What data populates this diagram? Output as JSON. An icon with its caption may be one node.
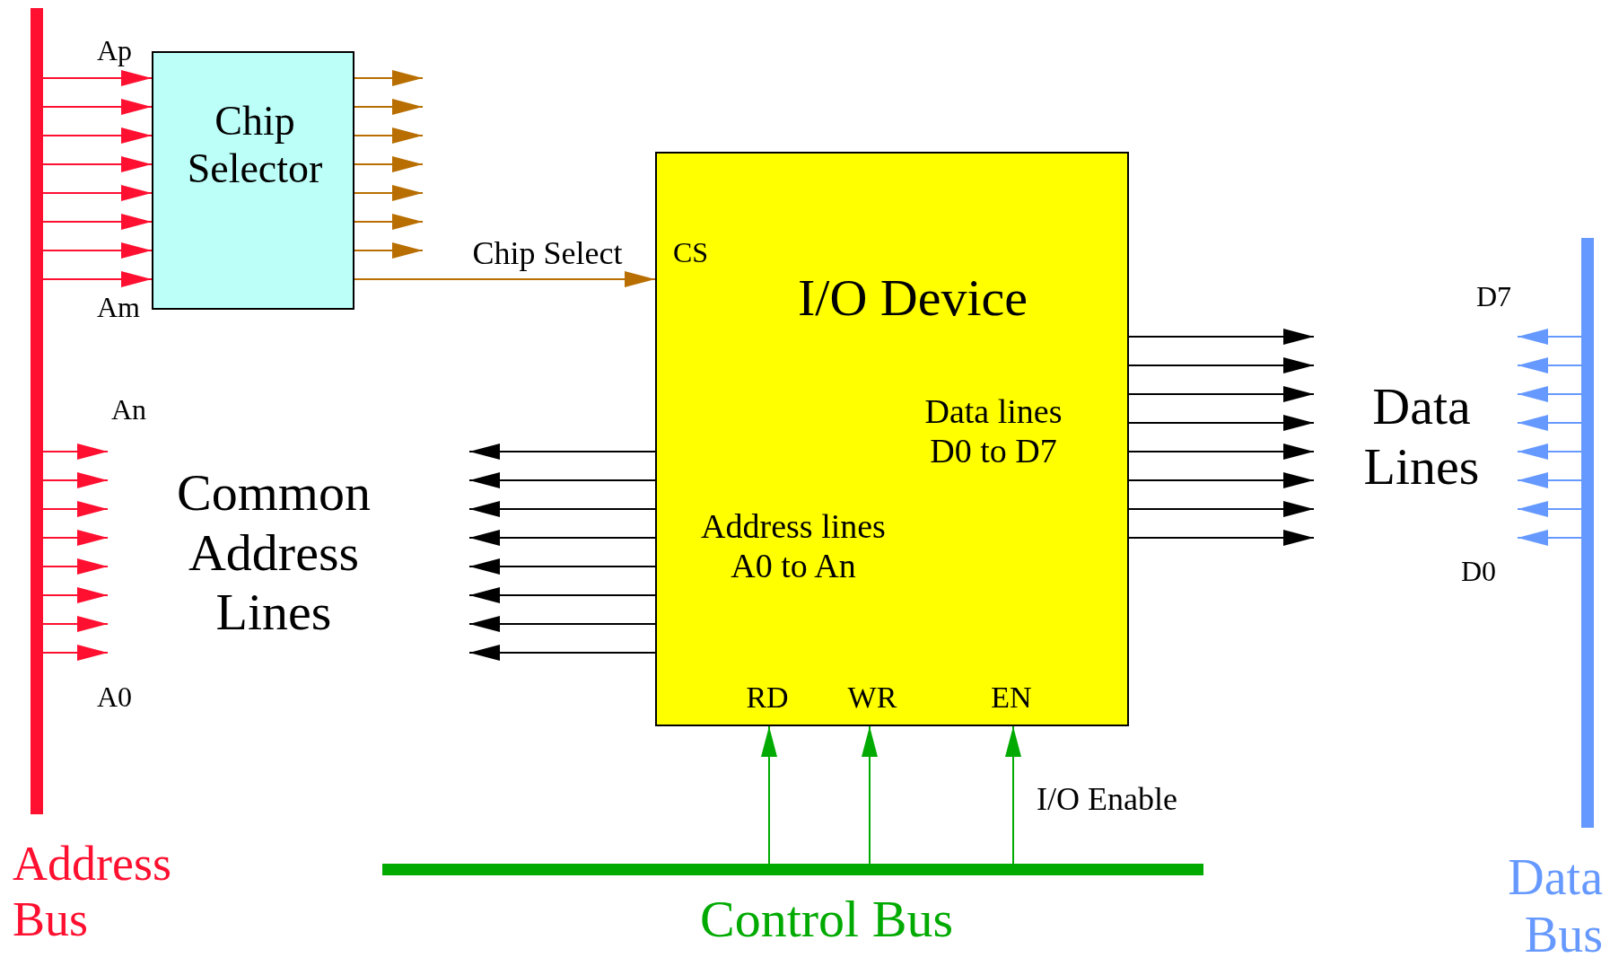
{
  "diagram": {
    "nodes": [
      {
        "text": [
          "Address Bus"
        ]
      },
      {
        "text": [
          "Chip Selector"
        ]
      },
      {
        "text": [
          "I/O Device",
          "CS",
          "Data lines D0 to D7",
          "Address lines A0 to An",
          "RD",
          "WR",
          "EN"
        ]
      },
      {
        "text": [
          "Data Bus"
        ]
      },
      {
        "text": [
          "Control Bus"
        ]
      }
    ],
    "edges": [
      {
        "from": 0,
        "to": 1,
        "arrow": "to",
        "color": "#ff1030"
      },
      {
        "from": 0,
        "to": 1,
        "arrow": "to",
        "color": "#ff1030"
      },
      {
        "from": 0,
        "to": 1,
        "arrow": "to",
        "color": "#ff1030"
      },
      {
        "from": 0,
        "to": 1,
        "arrow": "to",
        "color": "#ff1030"
      },
      {
        "from": 0,
        "to": 1,
        "arrow": "to",
        "color": "#ff1030"
      },
      {
        "from": 0,
        "to": 1,
        "arrow": "to",
        "color": "#ff1030"
      },
      {
        "from": 0,
        "to": 1,
        "arrow": "to",
        "color": "#ff1030"
      },
      {
        "from": 0,
        "to": 1,
        "arrow": "to",
        "color": "#ff1030"
      },
      {
        "from": 1,
        "to": null,
        "arrow": "to",
        "color": "#b86e00"
      },
      {
        "from": 1,
        "to": null,
        "arrow": "to",
        "color": "#b86e00"
      },
      {
        "from": 1,
        "to": null,
        "arrow": "to",
        "color": "#b86e00"
      },
      {
        "from": 1,
        "to": null,
        "arrow": "to",
        "color": "#b86e00"
      },
      {
        "from": 1,
        "to": null,
        "arrow": "to",
        "color": "#b86e00"
      },
      {
        "from": 1,
        "to": null,
        "arrow": "to",
        "color": "#b86e00"
      },
      {
        "from": 1,
        "to": null,
        "arrow": "to",
        "color": "#b86e00"
      },
      {
        "from": 1,
        "to": 2,
        "arrow": "to",
        "label": "Chip Select",
        "color": "#b86e00"
      },
      {
        "from": 0,
        "to": null,
        "arrow": "to",
        "color": "#ff1030"
      },
      {
        "from": 0,
        "to": null,
        "arrow": "to",
        "color": "#ff1030"
      },
      {
        "from": 0,
        "to": null,
        "arrow": "to",
        "color": "#ff1030"
      },
      {
        "from": 0,
        "to": null,
        "arrow": "to",
        "color": "#ff1030"
      },
      {
        "from": 0,
        "to": null,
        "arrow": "to",
        "color": "#ff1030"
      },
      {
        "from": 0,
        "to": null,
        "arrow": "to",
        "color": "#ff1030"
      },
      {
        "from": 0,
        "to": null,
        "arrow": "to",
        "color": "#ff1030"
      },
      {
        "from": 0,
        "to": null,
        "arrow": "to",
        "color": "#ff1030"
      },
      {
        "from": 2,
        "to": null,
        "arrow": "to",
        "color": "#000000"
      },
      {
        "from": 2,
        "to": null,
        "arrow": "to",
        "color": "#000000"
      },
      {
        "from": 2,
        "to": null,
        "arrow": "to",
        "color": "#000000"
      },
      {
        "from": 2,
        "to": null,
        "arrow": "to",
        "color": "#000000"
      },
      {
        "from": 2,
        "to": null,
        "arrow": "to",
        "color": "#000000"
      },
      {
        "from": 2,
        "to": null,
        "arrow": "to",
        "color": "#000000"
      },
      {
        "from": 2,
        "to": null,
        "arrow": "to",
        "color": "#000000"
      },
      {
        "from": 2,
        "to": null,
        "arrow": "to",
        "color": "#000000"
      },
      {
        "from": 2,
        "to": null,
        "arrow": "to",
        "color": "#000000"
      },
      {
        "from": 2,
        "to": null,
        "arrow": "to",
        "color": "#000000"
      },
      {
        "from": 2,
        "to": null,
        "arrow": "to",
        "color": "#000000"
      },
      {
        "from": 2,
        "to": null,
        "arrow": "to",
        "color": "#000000"
      },
      {
        "from": 2,
        "to": null,
        "arrow": "to",
        "color": "#000000"
      },
      {
        "from": 2,
        "to": null,
        "arrow": "to",
        "color": "#000000"
      },
      {
        "from": 2,
        "to": null,
        "arrow": "to",
        "color": "#000000"
      },
      {
        "from": 2,
        "to": null,
        "arrow": "to",
        "color": "#000000"
      },
      {
        "from": 3,
        "to": null,
        "arrow": "to",
        "color": "#6699ff"
      },
      {
        "from": 3,
        "to": null,
        "arrow": "to",
        "color": "#6699ff"
      },
      {
        "from": 3,
        "to": null,
        "arrow": "to",
        "color": "#6699ff"
      },
      {
        "from": 3,
        "to": null,
        "arrow": "to",
        "color": "#6699ff"
      },
      {
        "from": 3,
        "to": null,
        "arrow": "to",
        "color": "#6699ff"
      },
      {
        "from": 3,
        "to": null,
        "arrow": "to",
        "color": "#6699ff"
      },
      {
        "from": 3,
        "to": null,
        "arrow": "to",
        "color": "#6699ff"
      },
      {
        "from": 3,
        "to": null,
        "arrow": "to",
        "color": "#6699ff"
      },
      {
        "from": 4,
        "to": 2,
        "arrow": "to",
        "color": "#00aa00"
      },
      {
        "from": 4,
        "to": 2,
        "arrow": "to",
        "color": "#00aa00"
      },
      {
        "from": 4,
        "to": 2,
        "arrow": "to",
        "label": "I/O Enable",
        "color": "#00aa00"
      }
    ],
    "labels": [
      "Ap",
      "Am",
      "An",
      "A0",
      "Common Address Lines",
      "Data Lines",
      "D7",
      "D0"
    ]
  }
}
